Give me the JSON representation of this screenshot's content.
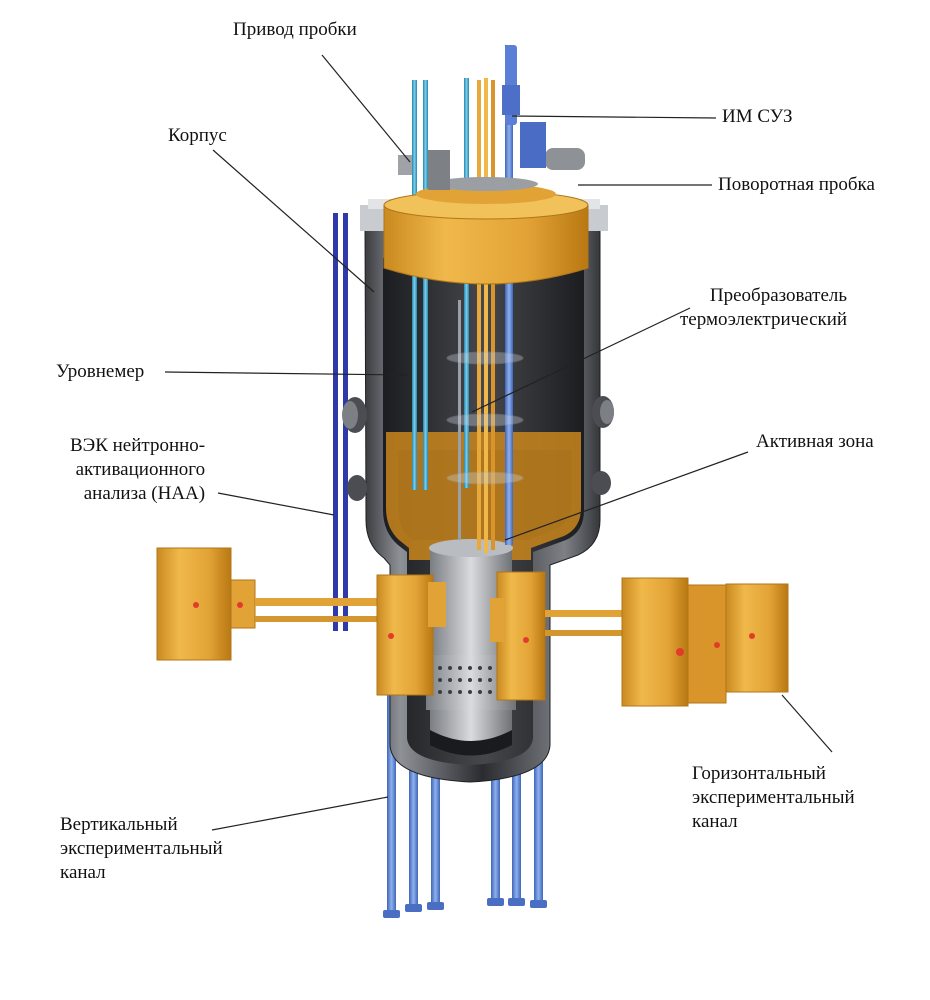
{
  "labels": {
    "drive": "Привод пробки",
    "body": "Корпус",
    "cps": "ИМ СУЗ",
    "rotating_plug": "Поворотная пробка",
    "converter": "Преобразователь\nтермоэлектрический",
    "level_gauge": "Уровнемер",
    "naa_channel": "ВЭК нейтронно-\nактивационного\nанализа (НАА)",
    "core": "Активная зона",
    "vertical_channel": "Вертикальный\nэкспериментальный\nканал",
    "horizontal_channel": "Горизонтальный\nэкспериментальный\nканал"
  },
  "colors": {
    "gold": "#e8a93a",
    "gold_dark": "#c8871c",
    "steel": "#6b6e73",
    "steel_dark": "#2b2d31",
    "blue_rod": "#5b86d6",
    "cyan_rod": "#3fa3c9",
    "navy_rod": "#2f3aa8",
    "red_dot": "#e23b2c",
    "leader": "#222222"
  }
}
